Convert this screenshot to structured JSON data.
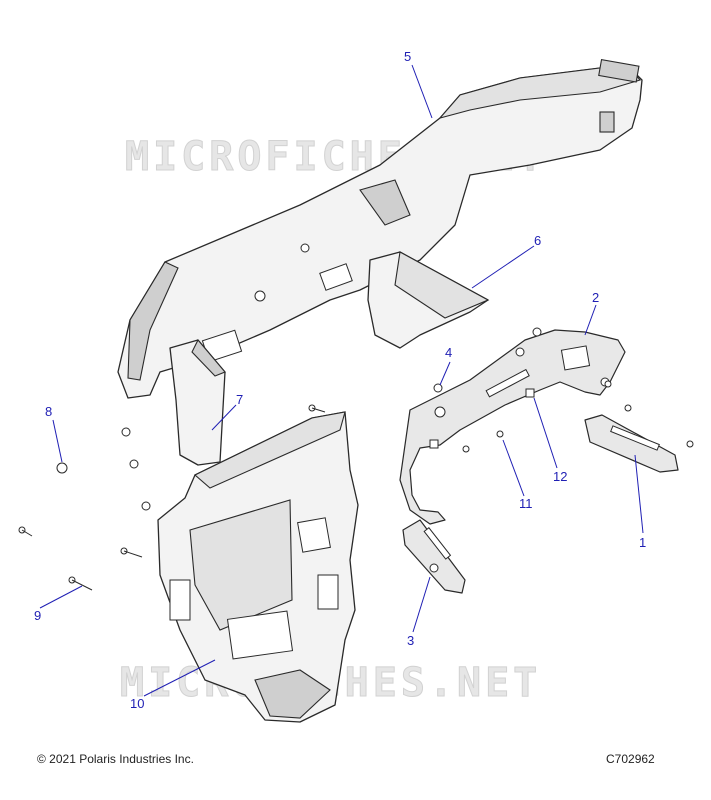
{
  "watermark": "MICROFICHES.NET",
  "footer": {
    "copyright": "© 2021 Polaris Industries Inc.",
    "figure_id": "C702962"
  },
  "callouts": [
    "1",
    "2",
    "3",
    "4",
    "5",
    "6",
    "7",
    "8",
    "9",
    "10",
    "11",
    "12"
  ],
  "colors": {
    "callout": "#1f1fb4",
    "line": "#2a2a2a",
    "watermark": "#e6e6e6"
  }
}
